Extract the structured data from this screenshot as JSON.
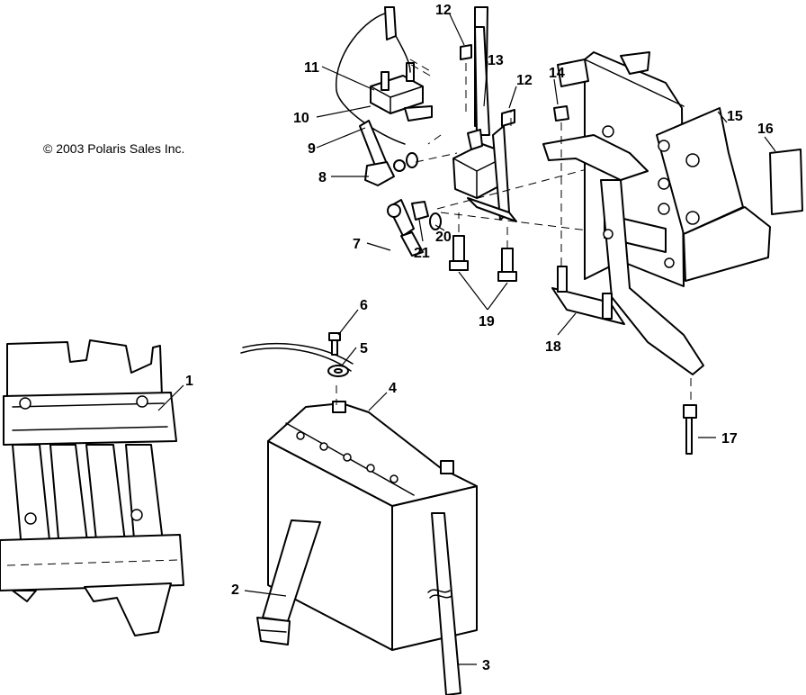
{
  "copyright": "© 2003 Polaris Sales Inc.",
  "callouts": {
    "c1": "1",
    "c2": "2",
    "c3": "3",
    "c4": "4",
    "c5": "5",
    "c6": "6",
    "c7": "7",
    "c8": "8",
    "c9": "9",
    "c10": "10",
    "c11": "11",
    "c12a": "12",
    "c12b": "12",
    "c13": "13",
    "c14": "14",
    "c15": "15",
    "c16": "16",
    "c17": "17",
    "c18": "18",
    "c19": "19",
    "c20": "20",
    "c21": "21"
  }
}
